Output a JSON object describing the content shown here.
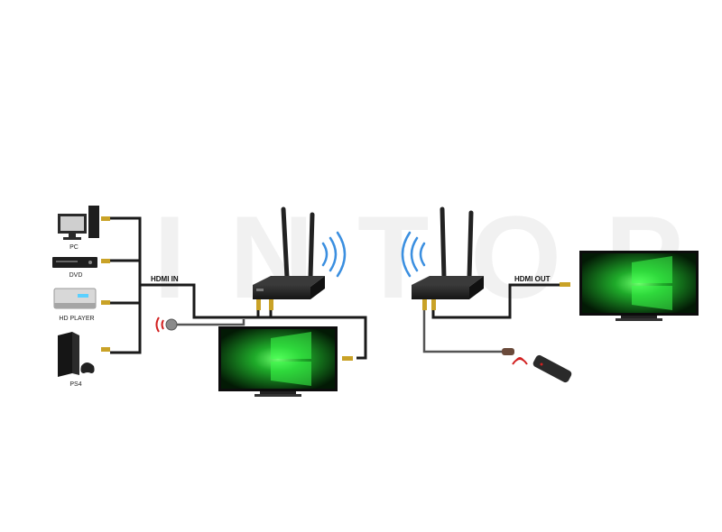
{
  "watermark": "INTOP",
  "sources": [
    {
      "name": "pc",
      "label": "PC"
    },
    {
      "name": "dvd",
      "label": "DVD"
    },
    {
      "name": "hd-player",
      "label": "HD PLAYER"
    },
    {
      "name": "ps4",
      "label": "PS4"
    }
  ],
  "labels": {
    "hdmi_in": "HDMI IN",
    "hdmi_out": "HDMI OUT"
  },
  "colors": {
    "cable": "#1a1a1a",
    "connector_gold": "#c9a227",
    "wifi_waves": "#3b8fe0",
    "ir_signal": "#d22020",
    "screen_green": "#1f9a2a",
    "device_dark": "#2a2a2a"
  },
  "icons": {
    "transmitter": "wireless-transmitter-icon",
    "receiver": "wireless-receiver-icon",
    "tv": "monitor-icon",
    "remote": "remote-control-icon",
    "ir": "ir-sensor-icon"
  }
}
